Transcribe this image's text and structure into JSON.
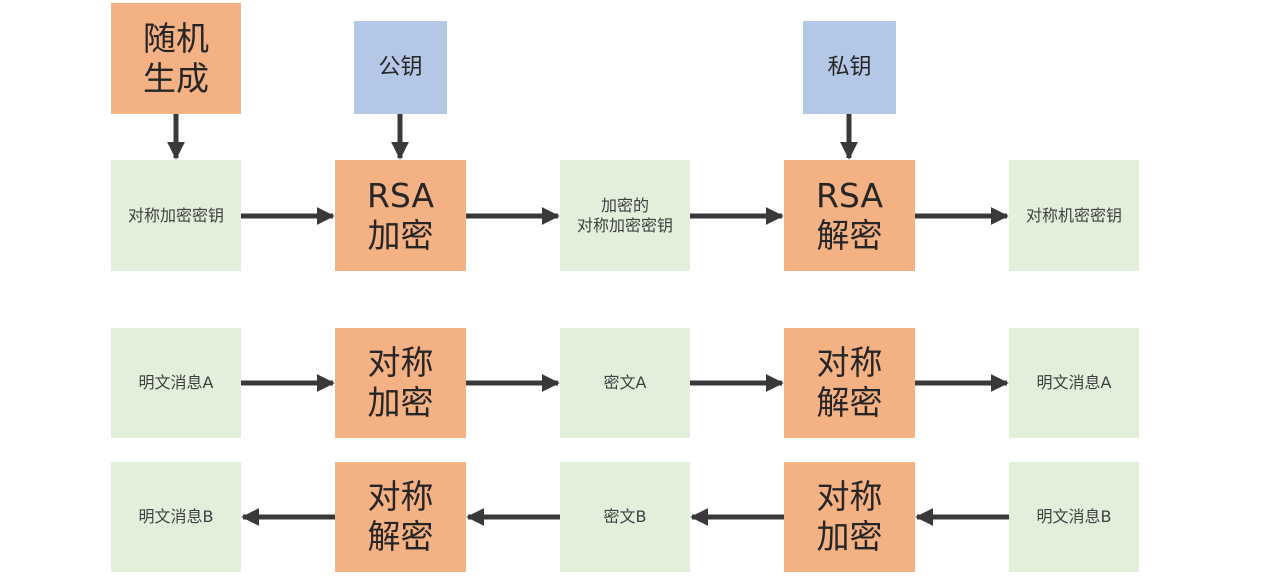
{
  "top_row": {
    "random_generate": "随机\n生成",
    "public_key": "公钥",
    "private_key": "私钥"
  },
  "row1": {
    "symmetric_key": "对称加密密钥",
    "rsa_encrypt": "RSA\n加密",
    "encrypted_symmetric_key": "加密的\n对称加密密钥",
    "rsa_decrypt": "RSA\n解密",
    "symmetric_key_result": "对称机密密钥"
  },
  "row2": {
    "plaintext_a": "明文消息A",
    "symmetric_encrypt": "对称\n加密",
    "ciphertext_a": "密文A",
    "symmetric_decrypt": "对称\n解密",
    "plaintext_a_result": "明文消息A"
  },
  "row3": {
    "plaintext_b_result": "明文消息B",
    "symmetric_decrypt": "对称\n解密",
    "ciphertext_b": "密文B",
    "symmetric_encrypt": "对称\n加密",
    "plaintext_b": "明文消息B"
  },
  "colors": {
    "green_box": "#e2efda",
    "orange_box": "#f4b183",
    "blue_box": "#b4c7e7",
    "arrow": "#3a3838"
  }
}
